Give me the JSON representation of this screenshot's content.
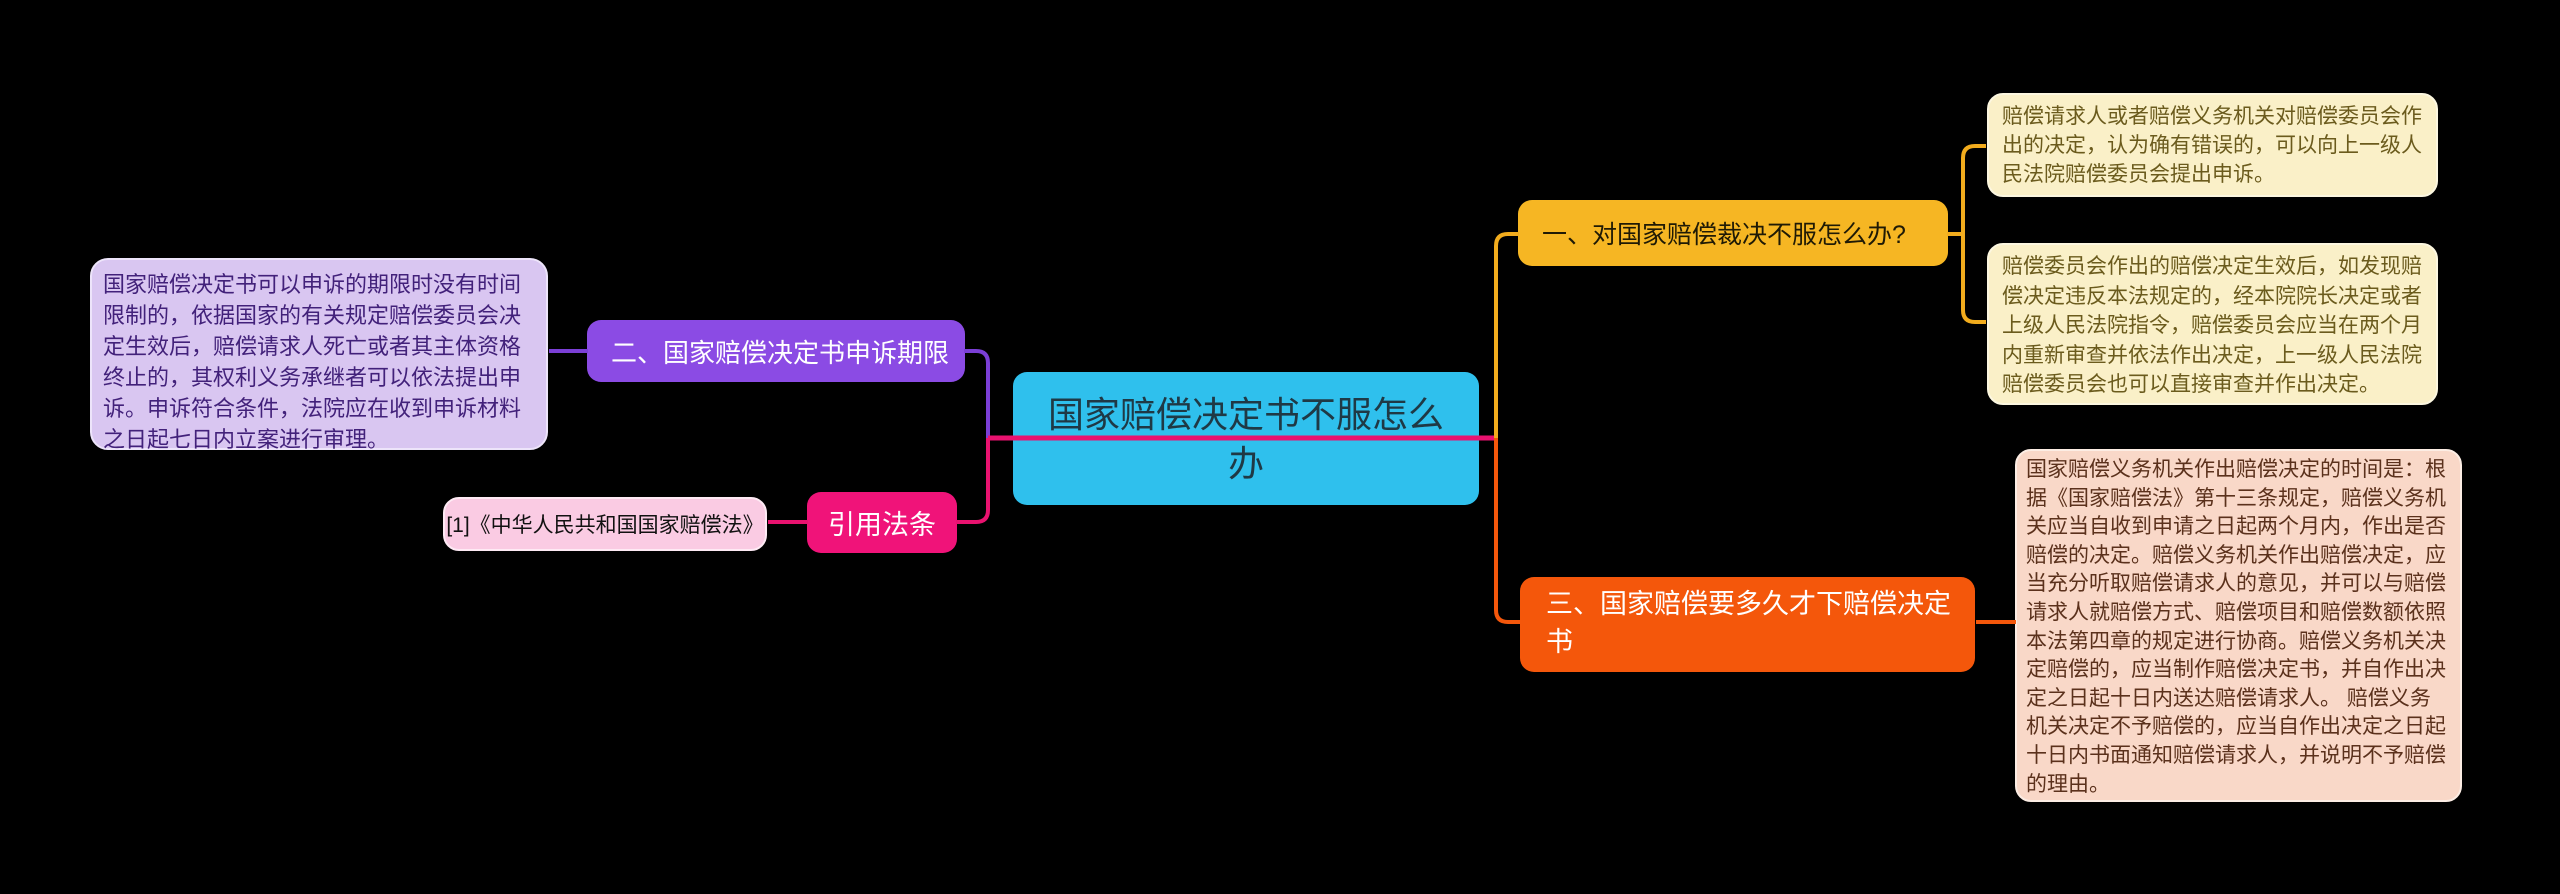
{
  "diagram": {
    "type": "mindmap",
    "background": "#000000",
    "title": "国家赔偿决定书不服怎么办"
  },
  "colors": {
    "central_bg": "#2FC0ED",
    "central_text": "#1F3945",
    "purple_node_bg": "#8B4BE4",
    "magenta_node_bg": "#F01379",
    "amber_node_bg": "#F6B623",
    "amber_node_text": "#1F1A05",
    "orange_node_bg": "#F4570B",
    "node_text_white": "#FFFFFF",
    "lavender_box_bg": "#D9C6F1",
    "lavender_box_text": "#42217A",
    "pink_box_bg": "#FACBE3",
    "pink_box_text": "#111111",
    "cream_box_bg": "#FAF0C8",
    "cream_box_text": "#6B5B1D",
    "salmon_box_bg": "#F9D8C8",
    "salmon_box_text": "#5B311C",
    "line_purple": "#7B3FD6",
    "line_magenta": "#E9126F",
    "line_yellow": "#F2AC1D",
    "line_orange": "#F4570B"
  },
  "central_node": {
    "label": "国家赔偿决定书不服怎么办"
  },
  "branch_appeal_period": {
    "node_label": "二、国家赔偿决定书申诉期限",
    "detail": "国家赔偿决定书可以申诉的期限时没有时间限制的，依据国家的有关规定赔偿委员会决定生效后，赔偿请求人死亡或者其主体资格终止的，其权利义务承继者可以依法提出申诉。申诉符合条件，法院应在收到申诉材料之日起七日内立案进行审理。"
  },
  "branch_cited_law": {
    "node_label": "引用法条",
    "citation": "[1]《中华人民共和国国家赔偿法》"
  },
  "branch_dissatisfied_ruling": {
    "node_label": "一、对国家赔偿裁决不服怎么办?",
    "details": [
      "赔偿请求人或者赔偿义务机关对赔偿委员会作出的决定，认为确有错误的，可以向上一级人民法院赔偿委员会提出申诉。",
      "赔偿委员会作出的赔偿决定生效后，如发现赔偿决定违反本法规定的，经本院院长决定或者上级人民法院指令，赔偿委员会应当在两个月内重新审查并依法作出决定，上一级人民法院赔偿委员会也可以直接审查并作出决定。"
    ]
  },
  "branch_decision_time": {
    "node_label": "三、国家赔偿要多久才下赔偿决定书",
    "detail": "国家赔偿义务机关作出赔偿决定的时间是：根据《国家赔偿法》第十三条规定，赔偿义务机关应当自收到申请之日起两个月内，作出是否赔偿的决定。赔偿义务机关作出赔偿决定，应当充分听取赔偿请求人的意见，并可以与赔偿请求人就赔偿方式、赔偿项目和赔偿数额依照本法第四章的规定进行协商。赔偿义务机关决定赔偿的，应当制作赔偿决定书，并自作出决定之日起十日内送达赔偿请求人。 赔偿义务机关决定不予赔偿的，应当自作出决定之日起十日内书面通知赔偿请求人，并说明不予赔偿的理由。"
  }
}
